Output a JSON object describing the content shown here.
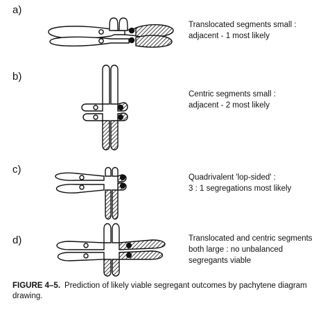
{
  "panels": [
    {
      "label": "a)",
      "caption": "Translocated segments small :\nadjacent - 1 most likely"
    },
    {
      "label": "b)",
      "caption": "Centric segments small :\nadjacent - 2 most likely"
    },
    {
      "label": "c)",
      "caption": "Quadrivalent 'lop-sided' :\n3 : 1 segregations most likely"
    },
    {
      "label": "d)",
      "caption": "Translocated and centric segments\nboth large : no unbalanced\nsegregants viable"
    }
  ],
  "figure": {
    "number": "FIGURE 4–5.",
    "caption": "Prediction of likely viable segregant outcomes by pachytene diagram drawing."
  }
}
